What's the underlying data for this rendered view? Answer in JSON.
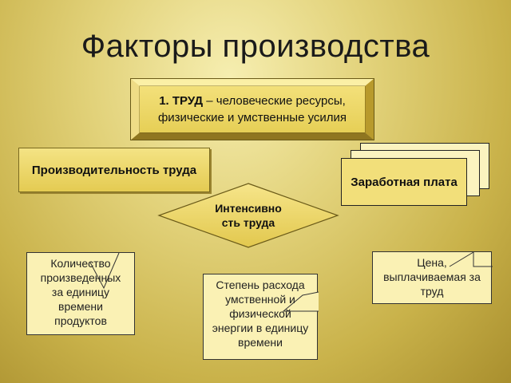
{
  "title": "Факторы производства",
  "labour_box": {
    "bold": "1. ТРУД",
    "line1_rest": " – человеческие ресурсы,",
    "line2": "физические и умственные усилия"
  },
  "productivity": "Производительность труда",
  "wage": "Заработная плата",
  "intensity": {
    "line1": "Интенсивно",
    "line2": "сть труда"
  },
  "notes": {
    "quantity": [
      "Количество",
      "произведенных",
      "за единицу",
      "времени",
      "продуктов"
    ],
    "expense": [
      "Степень расхода",
      "умственной и",
      "физической",
      "энергии в единицу",
      "времени"
    ],
    "price": [
      "Цена,",
      "выплачиваемая за",
      "труд"
    ]
  }
}
